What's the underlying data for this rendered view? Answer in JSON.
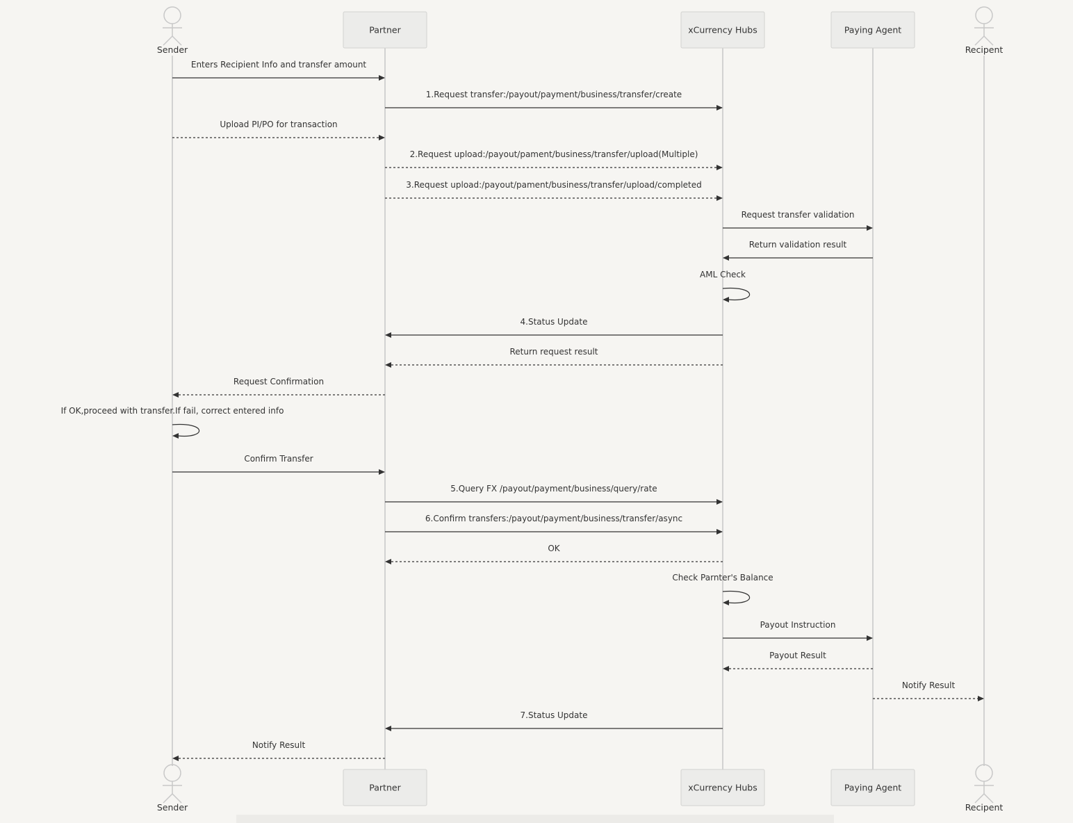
{
  "participants": [
    {
      "id": "sender",
      "label": "Sender",
      "kind": "actor"
    },
    {
      "id": "partner",
      "label": "Partner",
      "kind": "box"
    },
    {
      "id": "xcurrency",
      "label": "xCurrency Hubs",
      "kind": "box"
    },
    {
      "id": "paying_agent",
      "label": "Paying Agent",
      "kind": "box"
    },
    {
      "id": "recipient",
      "label": "Recipent",
      "kind": "actor"
    }
  ],
  "messages": [
    {
      "from": "sender",
      "to": "partner",
      "label": "Enters Recipient Info and transfer amount",
      "style": "solid"
    },
    {
      "from": "partner",
      "to": "xcurrency",
      "label": "1.Request transfer:/payout/payment/business/transfer/create",
      "style": "solid"
    },
    {
      "from": "sender",
      "to": "partner",
      "label": "Upload PI/PO for transaction",
      "style": "dashed"
    },
    {
      "from": "partner",
      "to": "xcurrency",
      "label": "2.Request upload:/payout/pament/business/transfer/upload(Multiple)",
      "style": "dashed"
    },
    {
      "from": "partner",
      "to": "xcurrency",
      "label": "3.Request upload:/payout/pament/business/transfer/upload/completed",
      "style": "dashed"
    },
    {
      "from": "xcurrency",
      "to": "paying_agent",
      "label": "Request transfer validation",
      "style": "solid"
    },
    {
      "from": "paying_agent",
      "to": "xcurrency",
      "label": "Return validation result",
      "style": "solid"
    },
    {
      "from": "xcurrency",
      "to": "xcurrency",
      "label": "AML Check",
      "style": "solid"
    },
    {
      "from": "xcurrency",
      "to": "partner",
      "label": "4.Status Update",
      "style": "solid"
    },
    {
      "from": "xcurrency",
      "to": "partner",
      "label": "Return request result",
      "style": "dashed"
    },
    {
      "from": "partner",
      "to": "sender",
      "label": "Request Confirmation",
      "style": "dashed"
    },
    {
      "from": "sender",
      "to": "sender",
      "label": "If OK,proceed with transfer.If fail, correct entered info",
      "style": "solid"
    },
    {
      "from": "sender",
      "to": "partner",
      "label": "Confirm Transfer",
      "style": "solid"
    },
    {
      "from": "partner",
      "to": "xcurrency",
      "label": "5.Query FX /payout/payment/business/query/rate",
      "style": "solid"
    },
    {
      "from": "partner",
      "to": "xcurrency",
      "label": "6.Confirm transfers:/payout/payment/business/transfer/async",
      "style": "solid"
    },
    {
      "from": "xcurrency",
      "to": "partner",
      "label": "OK",
      "style": "dashed"
    },
    {
      "from": "xcurrency",
      "to": "xcurrency",
      "label": "Check Parnter's Balance",
      "style": "solid"
    },
    {
      "from": "xcurrency",
      "to": "paying_agent",
      "label": "Payout Instruction",
      "style": "solid"
    },
    {
      "from": "paying_agent",
      "to": "xcurrency",
      "label": "Payout Result",
      "style": "dashed"
    },
    {
      "from": "paying_agent",
      "to": "recipient",
      "label": "Notify Result",
      "style": "dashed"
    },
    {
      "from": "xcurrency",
      "to": "partner",
      "label": "7.Status Update",
      "style": "solid"
    },
    {
      "from": "partner",
      "to": "sender",
      "label": "Notify Result",
      "style": "dashed"
    }
  ]
}
